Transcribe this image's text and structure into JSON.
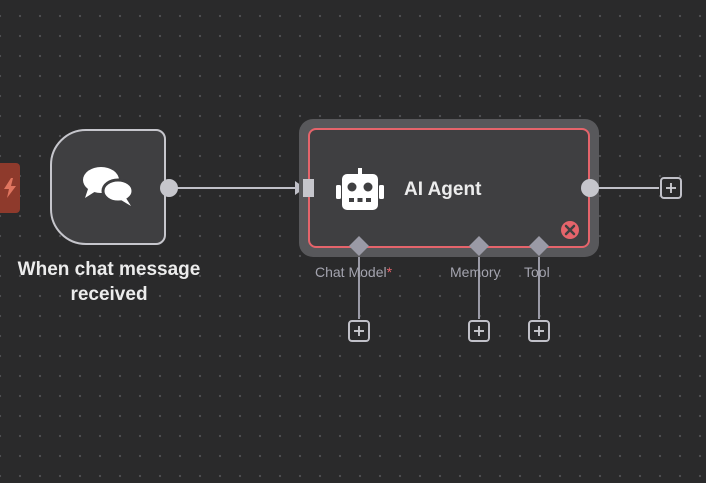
{
  "trigger": {
    "label_line1": "When chat message",
    "label_line2": "received",
    "icon": "chat-bubbles-icon",
    "tab_icon": "lightning-bolt-icon"
  },
  "agent": {
    "title": "AI Agent",
    "icon": "robot-icon",
    "status_icon": "error-x-icon"
  },
  "ports": {
    "chat_model": {
      "label": "Chat Model",
      "required_marker": "*"
    },
    "memory": {
      "label": "Memory"
    },
    "tool": {
      "label": "Tool"
    }
  },
  "colors": {
    "canvas_bg": "#2a2a2b",
    "node_bg": "#3f3f41",
    "node_border": "#c6c6cc",
    "error_accent": "#e5646b",
    "trigger_tab": "#8e3a2c",
    "connector": "#c0c0c8",
    "port_diamond": "#9a9aa6",
    "port_label": "#a3a3ae"
  }
}
